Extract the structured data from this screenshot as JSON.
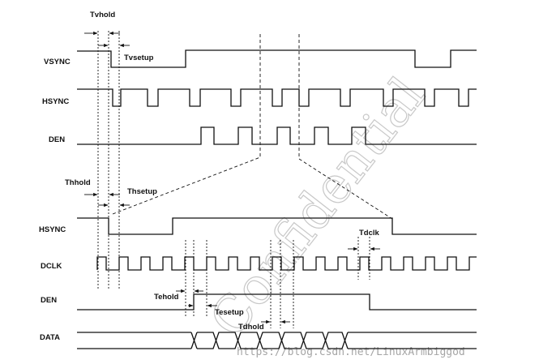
{
  "signals": {
    "vsync": "VSYNC",
    "hsync_top": "HSYNC",
    "den_top": "DEN",
    "hsync_bottom": "HSYNC",
    "dclk": "DCLK",
    "den_bottom": "DEN",
    "data": "DATA"
  },
  "timing": {
    "tvhold": "Tvhold",
    "tvsetup": "Tvsetup",
    "thhold": "Thhold",
    "thsetup": "Thsetup",
    "tdclk": "Tdclk",
    "tehold": "Tehold",
    "tesetup": "Tesetup",
    "tdhold": "Tdhold"
  },
  "watermark": {
    "stamp": "Confidential",
    "url": "https://blog.csdn.net/LinuxArmbiggod"
  }
}
